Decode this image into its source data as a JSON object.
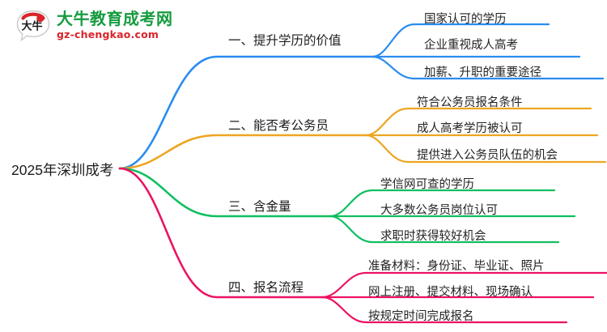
{
  "logo": {
    "mark_text": "大牛",
    "title": "大牛教育成考网",
    "subtitle": "gz-chengkao.com",
    "title_color": "#169b3f",
    "subtitle_color": "#d9242a",
    "mark_color": "#d9242a"
  },
  "mindmap": {
    "root": {
      "label": "2025年深圳成考"
    },
    "branches": [
      {
        "label": "一、提升学历的价值",
        "color": "#2a8cf0",
        "leaves": [
          "国家认可的学历",
          "企业重视成人高考",
          "加薪、升职的重要途径"
        ]
      },
      {
        "label": "二、能否考公务员",
        "color": "#eda521",
        "leaves": [
          "符合公务员报名条件",
          "成人高考学历被认可",
          "提供进入公务员队伍的机会"
        ]
      },
      {
        "label": "三、含金量",
        "color": "#10bf60",
        "leaves": [
          "学信网可查的学历",
          "大多数公务员岗位认可",
          "求职时获得较好机会"
        ]
      },
      {
        "label": "四、报名流程",
        "color": "#ec1263",
        "leaves": [
          "准备材料：身份证、毕业证、照片",
          "网上注册、提交材料、现场确认",
          "按规定时间完成报名"
        ]
      }
    ]
  }
}
